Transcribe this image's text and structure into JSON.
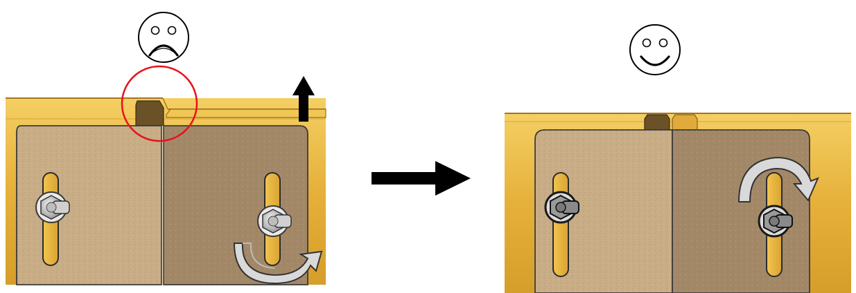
{
  "diagram": {
    "panels": [
      {
        "id": "before",
        "state": "misaligned",
        "mood": "sad-face-icon"
      },
      {
        "id": "after",
        "state": "aligned",
        "mood": "smiley-face-icon"
      }
    ],
    "transition": "right-arrow-icon",
    "markers": [
      "highlight-circle",
      "up-arrow-icon",
      "rotate-arrow-icon"
    ]
  },
  "colors": {
    "yellow_frame": "#e8b43c",
    "yellow_dark": "#b9852a",
    "plate_left": "#c9ad86",
    "plate_right": "#a38868",
    "block_dark": "#6a5127",
    "highlight": "#e8111c",
    "arrow": "#000000",
    "rotate_arrow": "#d9d9d9"
  }
}
